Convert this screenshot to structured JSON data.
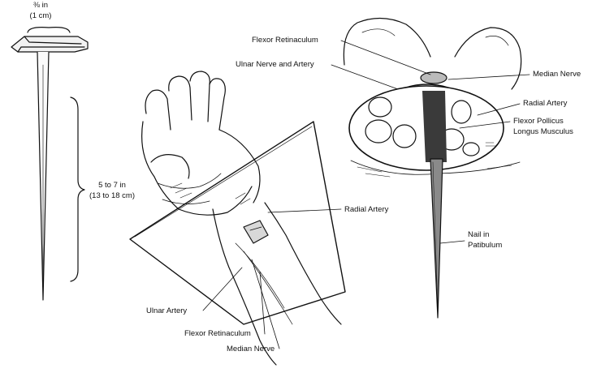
{
  "nail": {
    "head_width": "⅜ in",
    "head_width_metric": "(1 cm)",
    "length": "5 to 7 in",
    "length_metric": "(13 to 18 cm)"
  },
  "hand_illustration": {
    "labels": {
      "radial_artery": "Radial Artery",
      "ulnar_artery": "Ulnar Artery",
      "flexor_retinaculum": "Flexor Retinaculum",
      "median_nerve": "Median Nerve"
    }
  },
  "cross_section": {
    "labels": {
      "flexor_retinaculum": "Flexor Retinaculum",
      "ulnar_nerve_artery": "Ulnar Nerve and Artery",
      "median_nerve": "Median Nerve",
      "radial_artery": "Radial Artery",
      "flexor_pollicus_line1": "Flexor Pollicus",
      "flexor_pollicus_line2": "Longus Musculus",
      "nail_line1": "Nail in",
      "nail_line2": "Patibulum"
    }
  },
  "colors": {
    "ink": "#111111",
    "background": "#ffffff"
  }
}
